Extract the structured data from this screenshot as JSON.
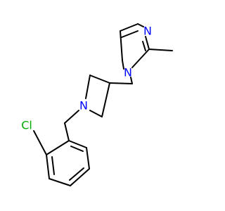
{
  "molecule": {
    "atoms": {
      "n_top": {
        "symbol": "N",
        "color": "#0000ff"
      },
      "n_imid": {
        "symbol": "N",
        "color": "#0000ff"
      },
      "n_azet": {
        "symbol": "N",
        "color": "#0000ff"
      },
      "cl": {
        "symbol": "Cl",
        "color": "#00aa00"
      }
    }
  }
}
